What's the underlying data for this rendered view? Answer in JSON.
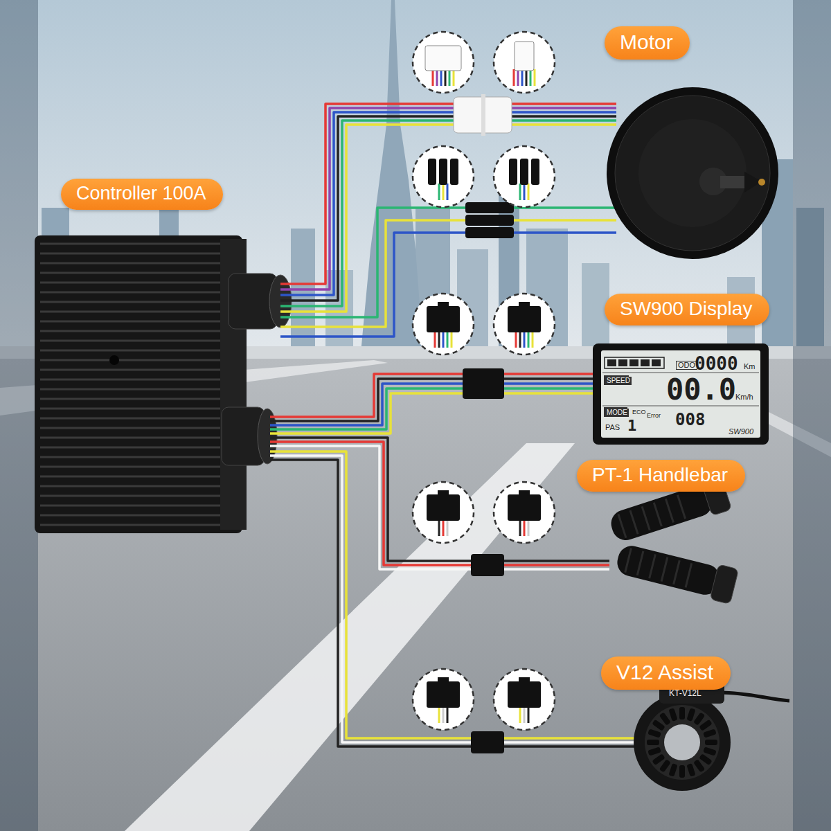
{
  "diagram": {
    "nodes": [
      {
        "text": [
          "Motor"
        ]
      },
      {
        "text": [
          "Controller 100A"
        ]
      },
      {
        "text": [
          "SW900 Display"
        ]
      },
      {
        "text": [
          "PT-1 Handlebar"
        ]
      },
      {
        "text": [
          "V12 Assist"
        ]
      }
    ],
    "labels": [
      "ODO",
      "0000",
      "Km",
      "SPEED",
      "00.0",
      "Km/h",
      "MODE",
      "ECO",
      "PAS",
      "1",
      "Error",
      "008",
      "SW900",
      "KT-V12L"
    ]
  }
}
